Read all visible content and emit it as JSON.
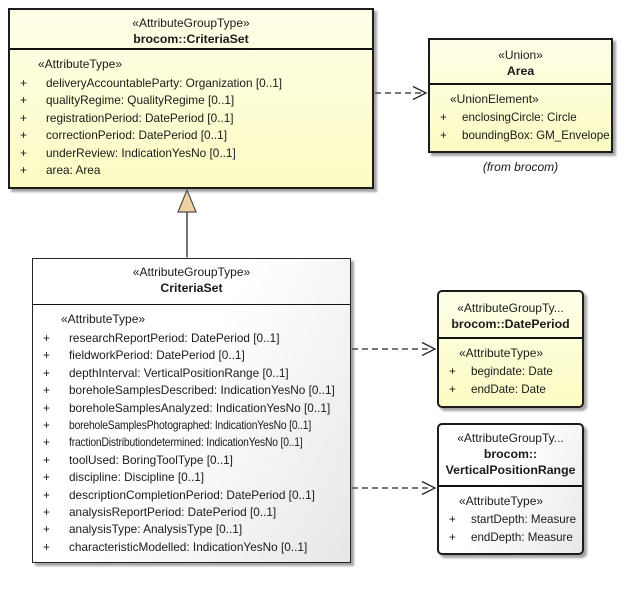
{
  "diagram_type": "uml-class-diagram",
  "colors": {
    "background": "#ffffff",
    "yellow_box_top": "#ffffe9",
    "yellow_box_bottom": "#fbfbc3",
    "plain_box_top": "#ffffff",
    "plain_box_bottom": "#e7e7e7",
    "border": "#1c1c1c",
    "text": "#1a1a1a",
    "triangle_fill": "#eed2a4",
    "connector": "#262626"
  },
  "symbols": {
    "plus": "+"
  },
  "classes": [
    {
      "stereotype": "«AttributeGroupType»",
      "name": "brocom::CriteriaSet",
      "compartment": "«AttributeType»",
      "attributes": [
        "deliveryAccountableParty: Organization [0..1]",
        "qualityRegime: QualityRegime [0..1]",
        "registrationPeriod: DatePeriod [0..1]",
        "correctionPeriod: DatePeriod [0..1]",
        "underReview: IndicationYesNo [0..1]",
        "area: Area"
      ]
    },
    {
      "stereotype": "«Union»",
      "name": "Area",
      "compartment": "«UnionElement»",
      "attributes": [
        "enclosingCircle: Circle",
        "boundingBox: GM_Envelope"
      ],
      "caption": "(from brocom)"
    },
    {
      "stereotype": "«AttributeGroupType»",
      "name": "CriteriaSet",
      "compartment": "«AttributeType»",
      "attributes": [
        "researchReportPeriod: DatePeriod [0..1]",
        "fieldworkPeriod: DatePeriod [0..1]",
        "depthInterval: VerticalPositionRange [0..1]",
        "boreholeSamplesDescribed: IndicationYesNo [0..1]",
        "boreholeSamplesAnalyzed: IndicationYesNo [0..1]",
        "boreholeSamplesPhotographed: IndicationYesNo [0..1]",
        "fractionDistributiondetermined: IndicationYesNo [0..1]",
        "toolUsed: BoringToolType [0..1]",
        "discipline: Discipline [0..1]",
        "descriptionCompletionPeriod: DatePeriod [0..1]",
        "analysisReportPeriod: DatePeriod [0..1]",
        "analysisType: AnalysisType [0..1]",
        "characteristicModelled: IndicationYesNo [0..1]"
      ]
    },
    {
      "stereotype": "«AttributeGroupTy...",
      "name": "brocom::DatePeriod",
      "compartment": "«AttributeType»",
      "attributes": [
        "begindate: Date",
        "endDate: Date"
      ]
    },
    {
      "stereotype": "«AttributeGroupTy...",
      "name_line1": "brocom::",
      "name_line2": "VerticalPositionRange",
      "compartment": "«AttributeType»",
      "attributes": [
        "startDepth: Measure",
        "endDepth: Measure"
      ]
    }
  ],
  "connectors": [
    {
      "type": "dependency",
      "style": "dashed, open arrowhead",
      "from": "brocom::CriteriaSet",
      "to": "Area"
    },
    {
      "type": "generalization",
      "style": "solid, hollow triangle",
      "from": "CriteriaSet",
      "to": "brocom::CriteriaSet"
    },
    {
      "type": "dependency",
      "style": "dashed, open arrowhead",
      "from": "CriteriaSet",
      "to": "brocom::DatePeriod"
    },
    {
      "type": "dependency",
      "style": "dashed, open arrowhead",
      "from": "CriteriaSet",
      "to": "brocom::VerticalPositionRange"
    }
  ]
}
